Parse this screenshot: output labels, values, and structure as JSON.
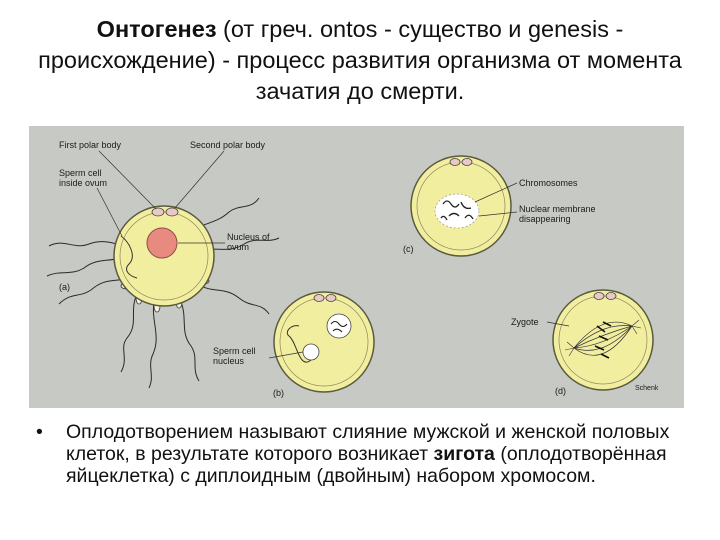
{
  "title": {
    "term": "Онтогенез",
    "rest": " (от греч. ontos - существо и genesis - происхождение) - процесс развития организма от момента зачатия до смерти."
  },
  "figure": {
    "labels": {
      "first_polar_body": "First polar body",
      "second_polar_body": "Second polar body",
      "sperm_inside_1": "Sperm cell",
      "sperm_inside_2": "inside ovum",
      "nucleus_ovum_1": "Nucleus of",
      "nucleus_ovum_2": "ovum",
      "panel_a": "(a)",
      "chromosomes": "Chromosomes",
      "nuclear_membrane_1": "Nuclear membrane",
      "nuclear_membrane_2": "disappearing",
      "panel_c": "(c)",
      "sperm_nucleus_1": "Sperm cell",
      "sperm_nucleus_2": "nucleus",
      "panel_b": "(b)",
      "zygote": "Zygote",
      "panel_d": "(d)",
      "credit": "Schenk"
    },
    "colors": {
      "background": "#c7c9c4",
      "cell_fill": "#f2eea0",
      "cell_outline": "#5a5a3c",
      "ovum_nucleus": "#e88a80"
    }
  },
  "bullet": {
    "marker": "•",
    "before": "Оплодотворением называют слияние мужской и женской половых клеток, в результате которого возникает ",
    "bold": "зигота",
    "after": " (оплодотворённая яйцеклетка) с диплоидным (двойным) набором хромосом."
  }
}
